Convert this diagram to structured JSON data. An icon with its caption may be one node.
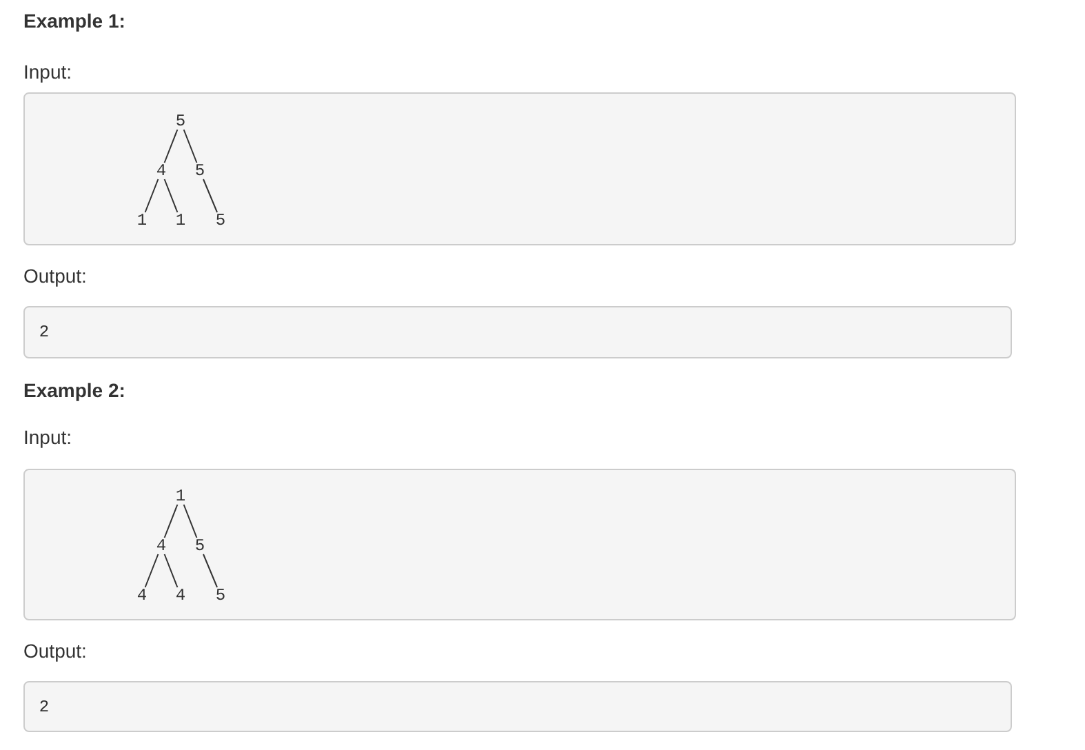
{
  "diagram": {
    "nodes": [
      {
        "text": [],
        "shape": "box"
      },
      {
        "text": [
          "5"
        ],
        "in": 0
      },
      {
        "text": [
          "4"
        ],
        "in": 0
      },
      {
        "text": [
          "5"
        ],
        "in": 0
      },
      {
        "text": [
          "1"
        ],
        "in": 0
      },
      {
        "text": [
          "1"
        ],
        "in": 0
      },
      {
        "text": [
          "5"
        ],
        "in": 0
      },
      {
        "text": [
          "2"
        ]
      },
      {
        "text": [],
        "shape": "box"
      },
      {
        "text": [
          "1"
        ],
        "in": 8
      },
      {
        "text": [
          "4"
        ],
        "in": 8
      },
      {
        "text": [
          "5"
        ],
        "in": 8
      },
      {
        "text": [
          "4"
        ],
        "in": 8
      },
      {
        "text": [
          "4"
        ],
        "in": 8
      },
      {
        "text": [
          "5"
        ],
        "in": 8
      },
      {
        "text": [
          "2"
        ]
      }
    ],
    "edges": [
      {
        "from": 1,
        "to": 2,
        "arrow": "none"
      },
      {
        "from": 1,
        "to": 3,
        "arrow": "none"
      },
      {
        "from": 2,
        "to": 4,
        "arrow": "none"
      },
      {
        "from": 2,
        "to": 5,
        "arrow": "none"
      },
      {
        "from": 3,
        "to": 6,
        "arrow": "none"
      },
      {
        "from": 9,
        "to": 10,
        "arrow": "none"
      },
      {
        "from": 9,
        "to": 11,
        "arrow": "none"
      },
      {
        "from": 10,
        "to": 12,
        "arrow": "none"
      },
      {
        "from": 10,
        "to": 13,
        "arrow": "none"
      },
      {
        "from": 11,
        "to": 14,
        "arrow": "none"
      }
    ],
    "labels": [
      "Example 1:",
      "Input:",
      "Output:",
      "Example 2:",
      "Input:",
      "Output:"
    ]
  }
}
